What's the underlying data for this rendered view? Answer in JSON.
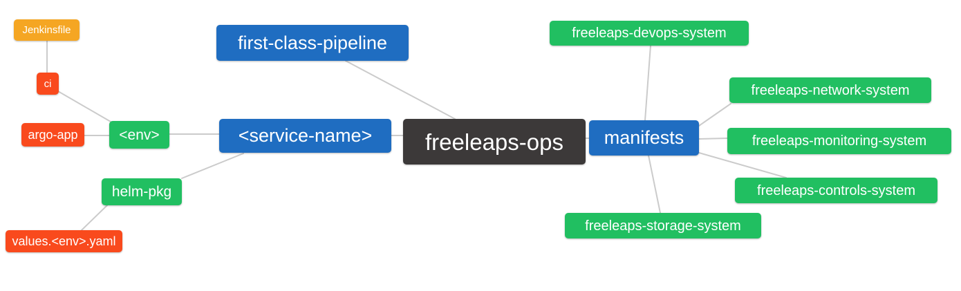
{
  "diagram": {
    "background": "#ffffff",
    "edge_color": "#cbcbcb"
  },
  "palette": {
    "root_dark": "#3C3939",
    "branch_blue": "#1F6DC1",
    "leaf_green": "#21BF61",
    "leaf_red": "#F94A1D",
    "leaf_amber": "#F5A623"
  },
  "nodes": [
    {
      "id": "freeleaps-ops",
      "label": "freeleaps-ops",
      "color": "#3C3939"
    },
    {
      "id": "first-class-pipeline",
      "label": "first-class-pipeline",
      "color": "#1F6DC1"
    },
    {
      "id": "service-name",
      "label": "<service-name>",
      "color": "#1F6DC1"
    },
    {
      "id": "env",
      "label": "<env>",
      "color": "#21BF61"
    },
    {
      "id": "ci",
      "label": "ci",
      "color": "#F94A1D"
    },
    {
      "id": "jenkinsfile",
      "label": "Jenkinsfile",
      "color": "#F5A623"
    },
    {
      "id": "argo-app",
      "label": "argo-app",
      "color": "#F94A1D"
    },
    {
      "id": "helm-pkg",
      "label": "helm-pkg",
      "color": "#21BF61"
    },
    {
      "id": "values-env-yaml",
      "label": "values.<env>.yaml",
      "color": "#F94A1D"
    },
    {
      "id": "manifests",
      "label": "manifests",
      "color": "#1F6DC1"
    },
    {
      "id": "freeleaps-devops-system",
      "label": "freeleaps-devops-system",
      "color": "#21BF61"
    },
    {
      "id": "freeleaps-network-system",
      "label": "freeleaps-network-system",
      "color": "#21BF61"
    },
    {
      "id": "freeleaps-monitoring-system",
      "label": "freeleaps-monitoring-system",
      "color": "#21BF61"
    },
    {
      "id": "freeleaps-controls-system",
      "label": "freeleaps-controls-system",
      "color": "#21BF61"
    },
    {
      "id": "freeleaps-storage-system",
      "label": "freeleaps-storage-system",
      "color": "#21BF61"
    }
  ],
  "edges": [
    {
      "from": "jenkinsfile",
      "to": "ci"
    },
    {
      "from": "ci",
      "to": "env"
    },
    {
      "from": "argo-app",
      "to": "env"
    },
    {
      "from": "env",
      "to": "service-name"
    },
    {
      "from": "helm-pkg",
      "to": "service-name"
    },
    {
      "from": "values-env-yaml",
      "to": "helm-pkg"
    },
    {
      "from": "first-class-pipeline",
      "to": "freeleaps-ops"
    },
    {
      "from": "service-name",
      "to": "freeleaps-ops"
    },
    {
      "from": "freeleaps-ops",
      "to": "manifests"
    },
    {
      "from": "freeleaps-devops-system",
      "to": "manifests"
    },
    {
      "from": "manifests",
      "to": "freeleaps-network-system"
    },
    {
      "from": "manifests",
      "to": "freeleaps-monitoring-system"
    },
    {
      "from": "manifests",
      "to": "freeleaps-controls-system"
    },
    {
      "from": "manifests",
      "to": "freeleaps-storage-system"
    }
  ]
}
